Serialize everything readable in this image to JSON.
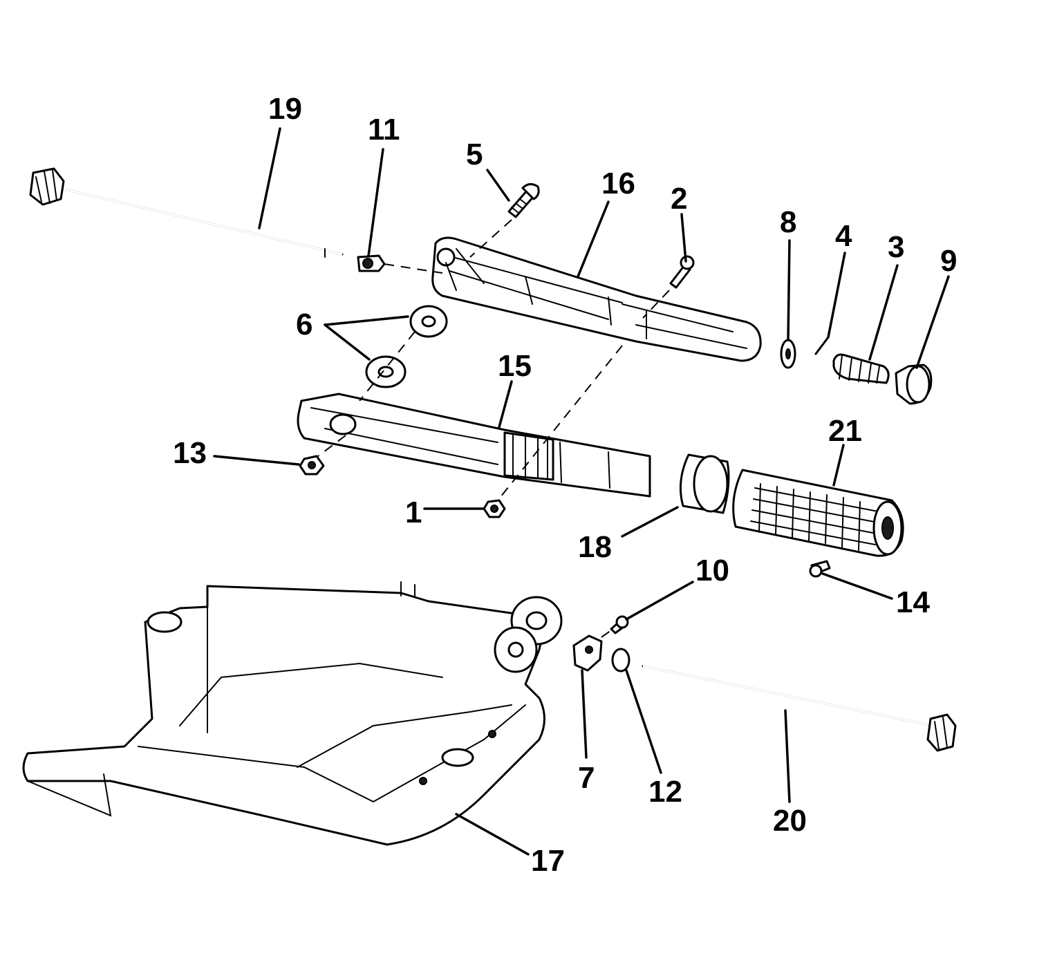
{
  "diagram": {
    "ink_color": "#000000",
    "paper_color": "#ffffff",
    "callouts": [
      "19",
      "11",
      "5",
      "16",
      "2",
      "8",
      "4",
      "3",
      "9",
      "6",
      "15",
      "21",
      "13",
      "1",
      "18",
      "10",
      "14",
      "7",
      "12",
      "20",
      "17"
    ]
  }
}
